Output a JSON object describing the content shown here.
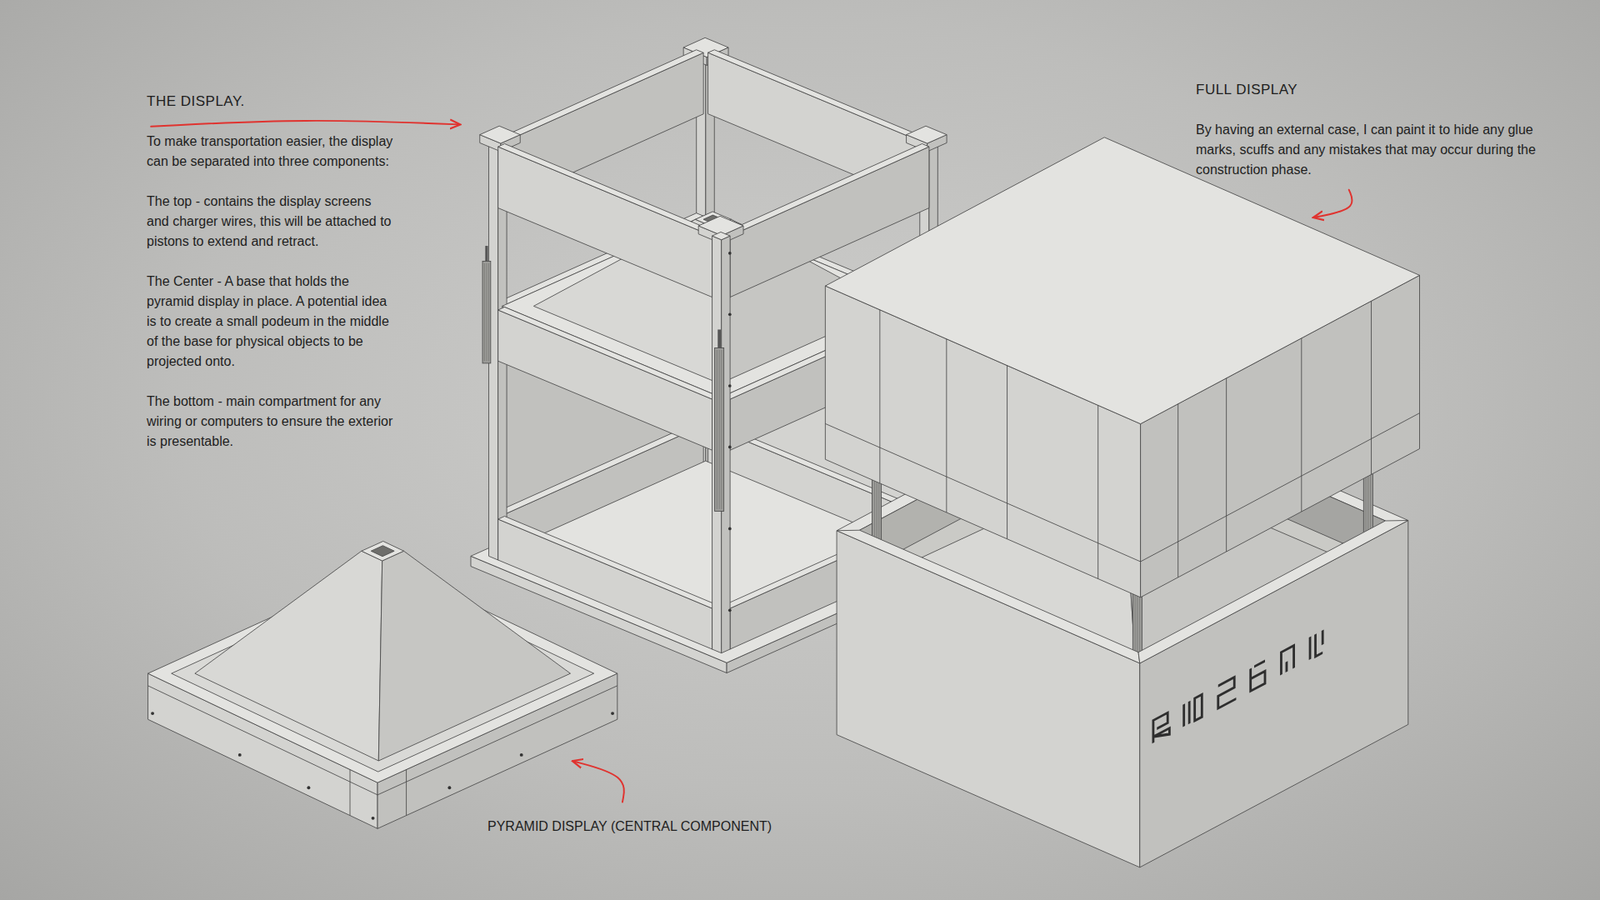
{
  "diagram": {
    "labels": [
      "THE DISPLAY.",
      "To make transportation easier, the display can be separated into three components:",
      "The top - contains the display screens and charger wires, this will be attached to pistons to extend and retract.",
      "The Center - A base that holds the pyramid display in place. A potential idea is to create a small podeum in the middle of the base for physical objects to be projected onto.",
      "The bottom - main compartment for any wiring or computers to ensure the exterior is presentable.",
      "FULL DISPLAY",
      "By having an external case, I can paint it to hide any glue marks, scuffs and any mistakes that may occur during the construction phase.",
      "PYRAMID DISPLAY (CENTRAL COMPONENT)"
    ]
  }
}
